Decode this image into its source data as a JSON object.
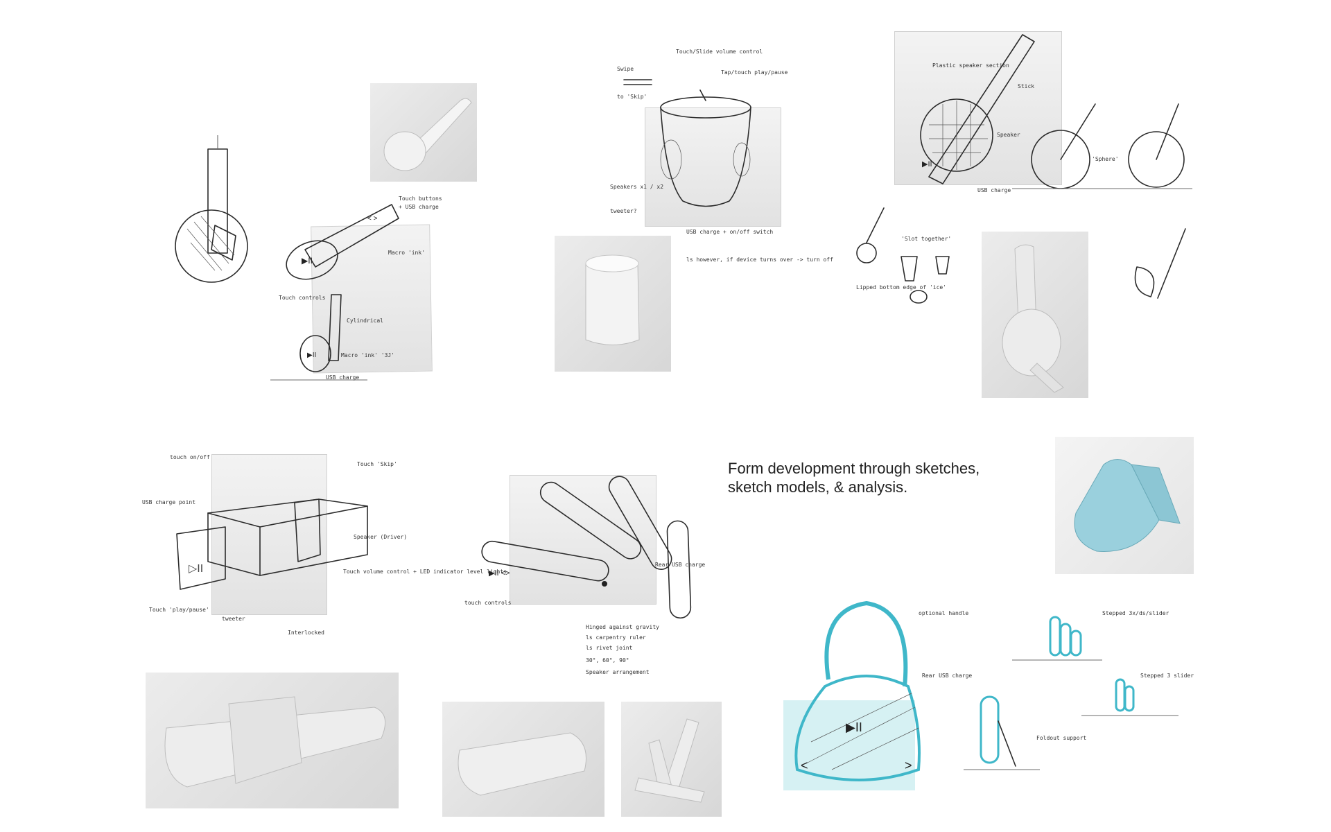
{
  "caption": {
    "line1": "Form development through sketches,",
    "line2": "sketch models, & analysis."
  },
  "colors": {
    "ink": "#2b2b2b",
    "foam": "#dcdcdc",
    "cyan_marker": "#3fb7c9",
    "blue_model": "#9ad0dd"
  },
  "sketch_notes": {
    "s1": [
      "Touch controls",
      "Cylindrical",
      "Macro 'ink'",
      "Macro 'ink' '3J'",
      "USB charge",
      "Touch buttons",
      "+ USB charge"
    ],
    "s2": [
      "Swipe",
      "to 'Skip'",
      "Touch/Slide volume control",
      "Tap/touch play/pause",
      "Speakers x1 / x2",
      "tweeter?",
      "USB charge + on/off switch",
      "ls however, if device turns over -> turn off"
    ],
    "s3": [
      "Plastic speaker section",
      "Stick",
      "Speaker",
      "USB charge",
      "'Sphere'",
      "'Slot together'",
      "Lipped bottom edge of 'ice'"
    ],
    "s4": [
      "touch on/off",
      "USB charge point",
      "Touch 'Skip'",
      "Speaker (Driver)",
      "Touch volume control + LED indicator level lights",
      "Touch 'play/pause'",
      "tweeter",
      "Interlocked"
    ],
    "s5": [
      "Rear USB charge",
      "touch controls",
      "Hinged against gravity",
      "ls carpentry ruler",
      "ls rivet joint",
      "30°, 60°, 90°",
      "Speaker arrangement"
    ],
    "s6": [
      "optional handle",
      "Rear USB charge",
      "Stepped 3x/ds/slider",
      "Stepped 3 slider",
      "Foldout support"
    ]
  }
}
